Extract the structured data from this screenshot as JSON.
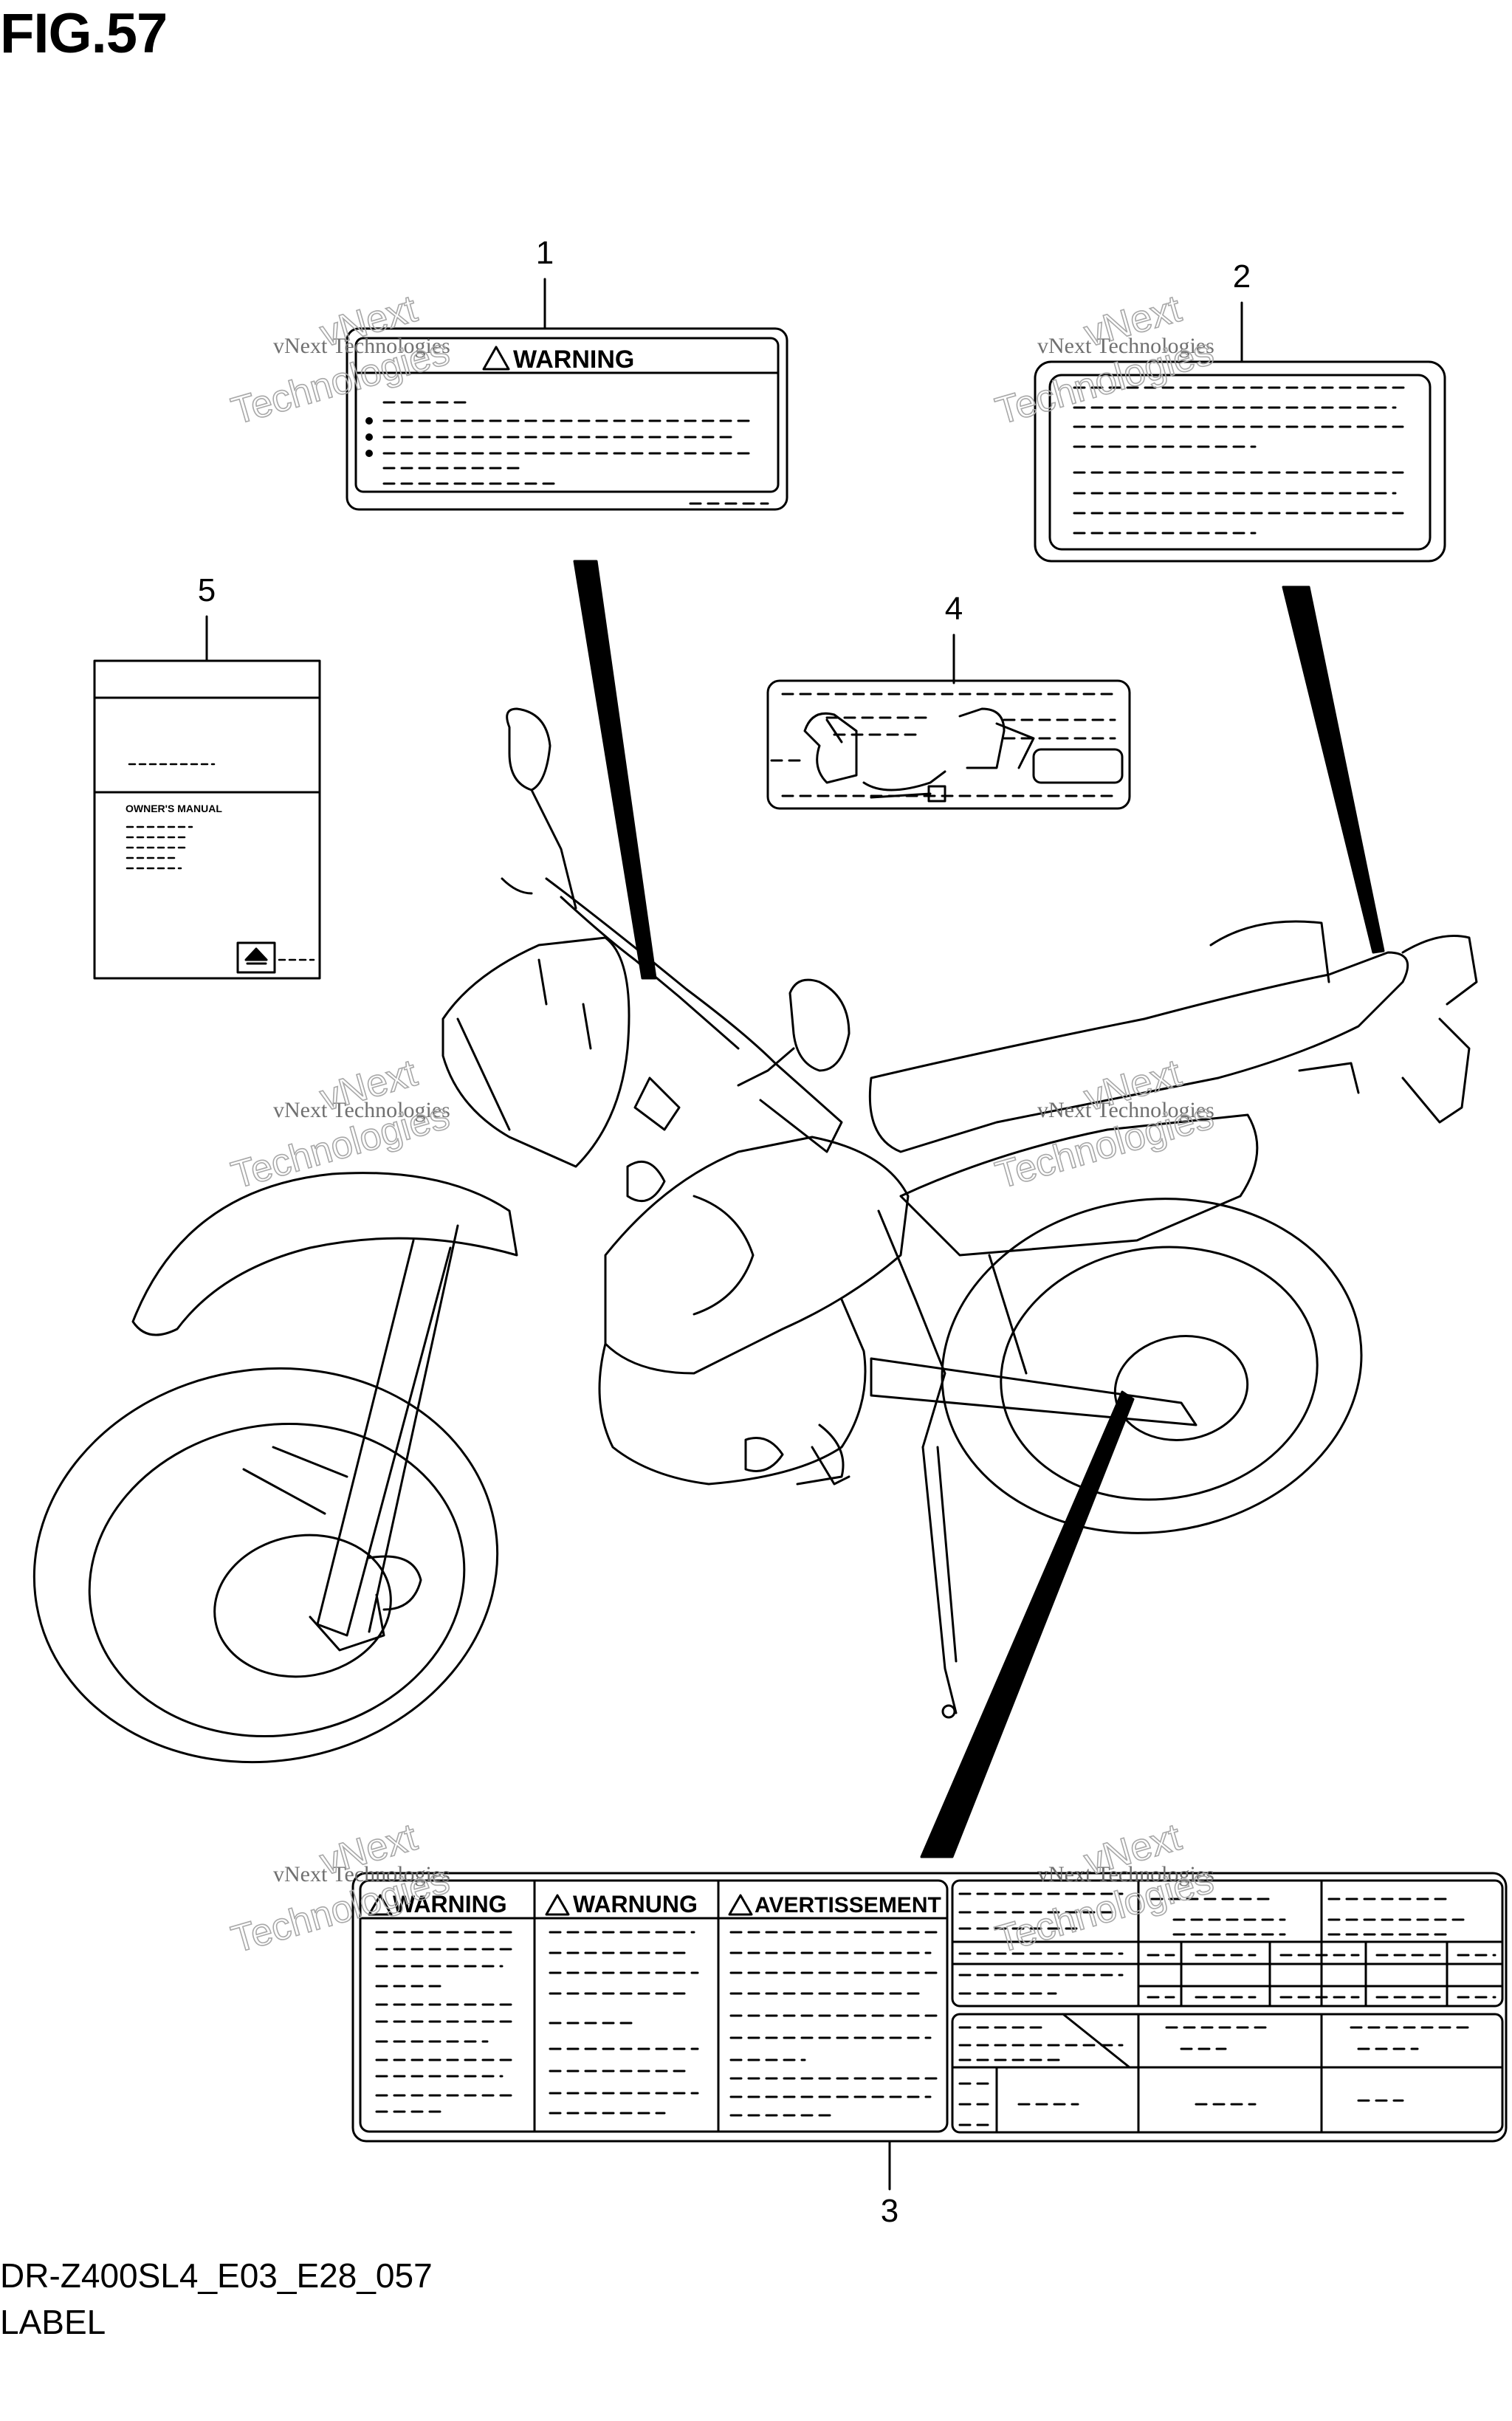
{
  "figure": {
    "title": "FIG.57",
    "code": "DR-Z400SL4_E03_E28_057",
    "name": "LABEL"
  },
  "callouts": [
    "1",
    "2",
    "3",
    "4",
    "5"
  ],
  "labels": {
    "warning_title": "WARNING",
    "warnung_title": "WARNUNG",
    "avertissement_title": "AVERTISSEMENT",
    "manual_title": "OWNER'S MANUAL"
  },
  "watermark": {
    "line1": "vNext Technologies",
    "line2": "vNext",
    "line3": "Technologies"
  }
}
